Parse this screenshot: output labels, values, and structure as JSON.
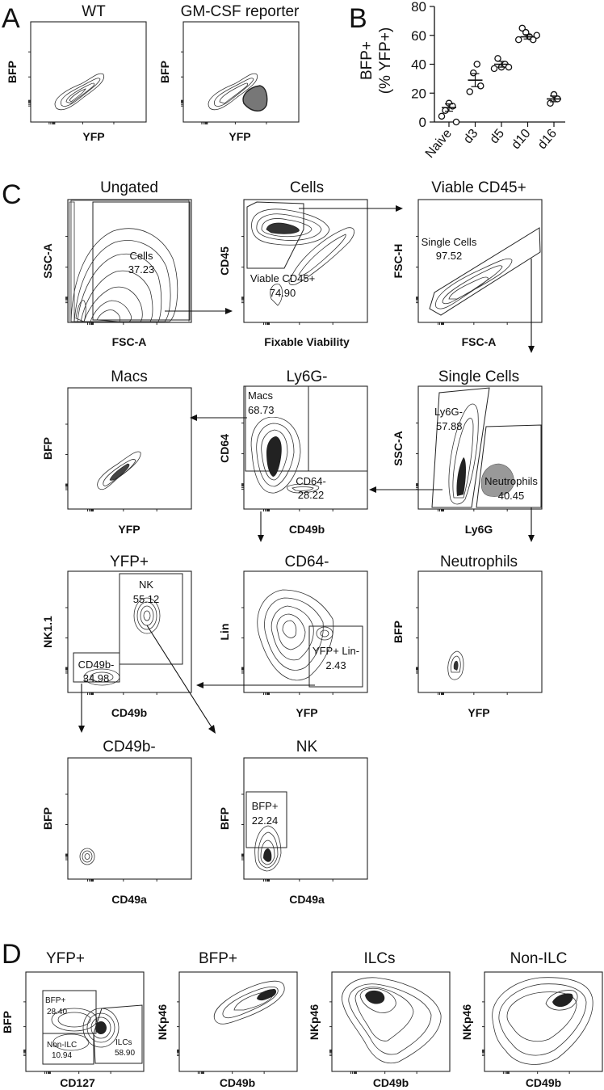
{
  "panel_letters": [
    "A",
    "B",
    "C",
    "D"
  ],
  "panel_a": {
    "plots": [
      {
        "title": "WT",
        "xlabel": "YFP",
        "ylabel": "BFP"
      },
      {
        "title": "GM-CSF reporter",
        "xlabel": "YFP",
        "ylabel": "BFP"
      }
    ]
  },
  "chart_data": [
    {
      "type": "scatter",
      "panel": "B",
      "ylabel": "BFP+\n(% YFP+)",
      "ylabel_lines": [
        "BFP+",
        "(% YFP+)"
      ],
      "ylim": [
        0,
        80
      ],
      "yticks": [
        0,
        20,
        40,
        60,
        80
      ],
      "categories": [
        "Naive",
        "d3",
        "d5",
        "d10",
        "d16"
      ],
      "points": [
        [
          4,
          8,
          13,
          11,
          0
        ],
        [
          21,
          34,
          40,
          25
        ],
        [
          37,
          44,
          38,
          40,
          38
        ],
        [
          57,
          65,
          62,
          59,
          57,
          60
        ],
        [
          13,
          19,
          16
        ]
      ],
      "means": [
        10,
        29,
        40,
        59,
        16
      ],
      "sem": [
        2.5,
        4.5,
        2,
        1.5,
        2
      ]
    }
  ],
  "panel_c": {
    "plots": [
      {
        "title": "Ungated",
        "xlabel": "FSC-A",
        "ylabel": "SSC-A",
        "gates": [
          {
            "name": "Cells",
            "value": "37.23"
          }
        ]
      },
      {
        "title": "Cells",
        "xlabel": "Fixable Viability",
        "ylabel": "CD45",
        "gates": [
          {
            "name": "Viable CD45+",
            "value": "74.90"
          }
        ]
      },
      {
        "title": "Viable CD45+",
        "xlabel": "FSC-A",
        "ylabel": "FSC-H",
        "gates": [
          {
            "name": "Single Cells",
            "value": "97.52"
          }
        ]
      },
      {
        "title": "Macs",
        "xlabel": "YFP",
        "ylabel": "BFP",
        "gates": []
      },
      {
        "title": "Ly6G-",
        "xlabel": "CD49b",
        "ylabel": "CD64",
        "gates": [
          {
            "name": "Macs",
            "value": "68.73"
          },
          {
            "name": "CD64-",
            "value": "28.22"
          }
        ]
      },
      {
        "title": "Single Cells",
        "xlabel": "Ly6G",
        "ylabel": "SSC-A",
        "gates": [
          {
            "name": "Ly6G-",
            "value": "57.88"
          },
          {
            "name": "Neutrophils",
            "value": "40.45"
          }
        ]
      },
      {
        "title": "YFP+",
        "xlabel": "CD49b",
        "ylabel": "NK1.1",
        "gates": [
          {
            "name": "NK",
            "value": "55.12"
          },
          {
            "name": "CD49b-",
            "value": "34.98"
          }
        ]
      },
      {
        "title": "CD64-",
        "xlabel": "YFP",
        "ylabel": "Lin",
        "gates": [
          {
            "name": "YFP+ Lin-",
            "value": "2.43"
          }
        ]
      },
      {
        "title": "Neutrophils",
        "xlabel": "YFP",
        "ylabel": "BFP",
        "gates": []
      },
      {
        "title": "CD49b-",
        "xlabel": "CD49a",
        "ylabel": "BFP",
        "gates": []
      },
      {
        "title": "NK",
        "xlabel": "CD49a",
        "ylabel": "BFP",
        "gates": [
          {
            "name": "BFP+",
            "value": "22.24"
          }
        ]
      }
    ]
  },
  "panel_d": {
    "plots": [
      {
        "title": "YFP+",
        "xlabel": "CD127",
        "ylabel": "BFP",
        "gates": [
          {
            "name": "BFP+",
            "value": "28.40"
          },
          {
            "name": "Non-ILC",
            "value": "10.94"
          },
          {
            "name": "ILCs",
            "value": "58.90"
          }
        ]
      },
      {
        "title": "BFP+",
        "xlabel": "CD49b",
        "ylabel": "NKp46",
        "gates": []
      },
      {
        "title": "ILCs",
        "xlabel": "CD49b",
        "ylabel": "NKp46",
        "gates": []
      },
      {
        "title": "Non-ILC",
        "xlabel": "CD49b",
        "ylabel": "NKp46",
        "gates": []
      }
    ]
  }
}
